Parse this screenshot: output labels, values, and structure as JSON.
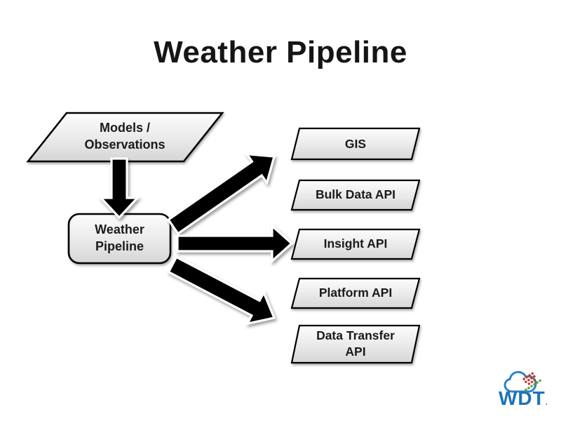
{
  "title": "Weather Pipeline",
  "diagram": {
    "source": {
      "line1": "Models /",
      "line2": "Observations",
      "shape": "parallelogram"
    },
    "hub": {
      "line1": "Weather",
      "line2": "Pipeline",
      "shape": "rounded-rectangle"
    },
    "outputs": [
      {
        "line1": "GIS",
        "line2": ""
      },
      {
        "line1": "Bulk Data API",
        "line2": ""
      },
      {
        "line1": "Insight API",
        "line2": ""
      },
      {
        "line1": "Platform API",
        "line2": ""
      },
      {
        "line1": "Data Transfer",
        "line2": "API"
      }
    ],
    "connections": [
      {
        "from": "Models / Observations",
        "to": "Weather Pipeline",
        "direction": "down"
      },
      {
        "from": "Weather Pipeline",
        "to": "GIS",
        "direction": "up-right"
      },
      {
        "from": "Weather Pipeline",
        "to": "Insight API",
        "direction": "right"
      },
      {
        "from": "Weather Pipeline",
        "to": "Data Transfer API",
        "direction": "down-right"
      }
    ]
  },
  "logo": {
    "text": "WDT",
    "mark": ".",
    "brand_blue": "#1b73b8",
    "cloud_blue": "#2e83c5",
    "accent_red": "#c23b2e",
    "accent_green": "#5f9e3e"
  },
  "colors": {
    "background": "#ffffff",
    "shape_border": "#000000",
    "shape_fill_top": "#fcfcfc",
    "shape_fill_bottom": "#d6d6d6",
    "arrow_fill": "#000000",
    "arrow_outline": "#ffffff",
    "text": "#1a1a1a"
  }
}
